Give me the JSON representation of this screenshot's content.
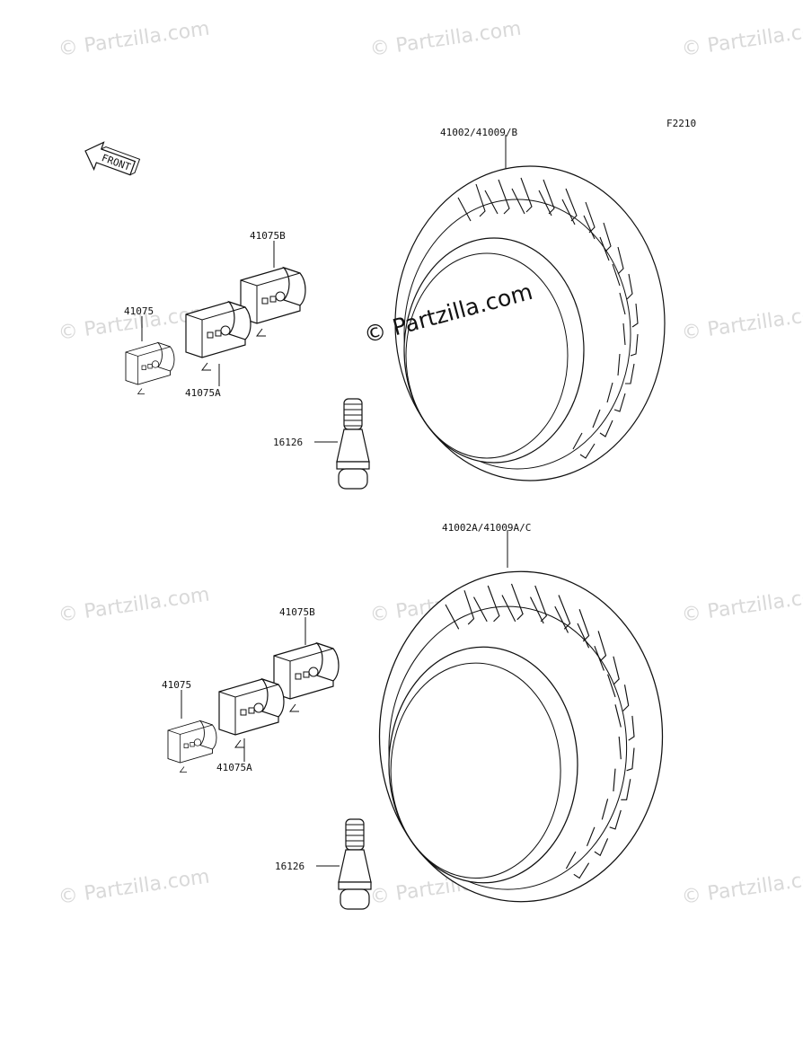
{
  "watermark": {
    "text": "© Partzilla.com",
    "center_text": "© Partzilla.com"
  },
  "figure_code": "F2210",
  "front_arrow_text": "FRONT",
  "top_group": {
    "tire_label": "41002/41009/B",
    "weight_b_label": "41075B",
    "weight_label": "41075",
    "weight_a_label": "41075A",
    "valve_label": "16126"
  },
  "bottom_group": {
    "tire_label": "41002A/41009A/C",
    "weight_b_label": "41075B",
    "weight_label": "41075",
    "weight_a_label": "41075A",
    "valve_label": "16126"
  }
}
